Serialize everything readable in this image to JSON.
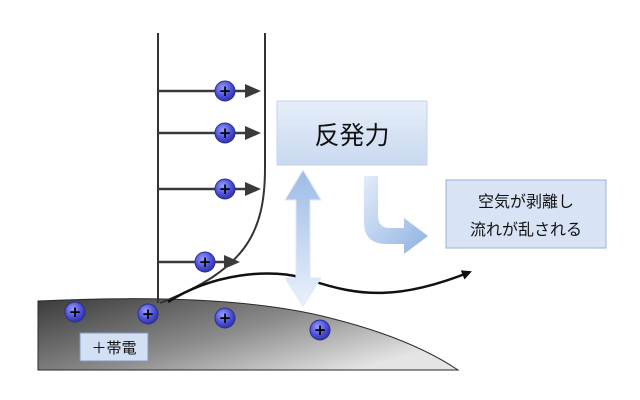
{
  "labels": {
    "repulsion": "反発力",
    "separation_line1": "空気が剥離し",
    "separation_line2": "流れが乱される",
    "charge": "＋帯電",
    "plus": "+"
  },
  "colors": {
    "charge_fill": "#4a4fd6",
    "box_fill": "#d6e2f5",
    "arrow_light": "#a9c4ea",
    "surface_dark": "#3f3f3f",
    "surface_light": "#d9d9d9",
    "line": "#222222"
  },
  "icons": {
    "charge": "plus-circle-icon"
  }
}
